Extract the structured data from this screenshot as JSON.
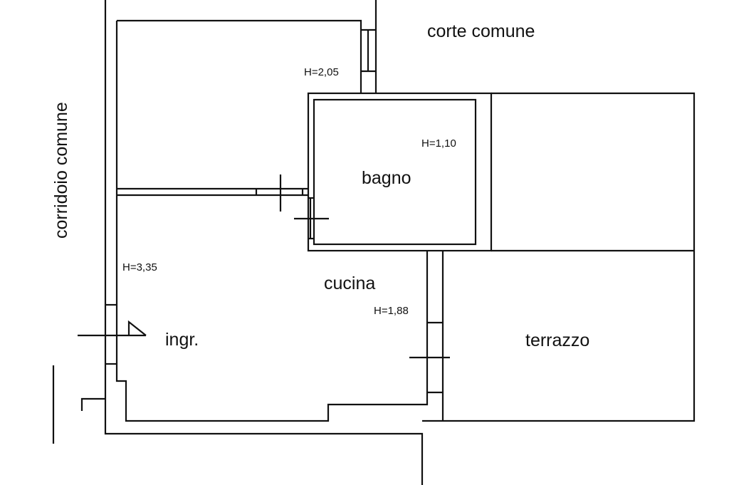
{
  "plan": {
    "outside_labels": {
      "court": "corte comune",
      "corridor": "corridoio comune"
    },
    "rooms": {
      "bathroom": "bagno",
      "kitchen": "cucina",
      "entrance": "ingr.",
      "terrace": "terrazzo"
    },
    "heights": {
      "top_room": "H=2,05",
      "bathroom": "H=1,10",
      "entrance": "H=3,35",
      "kitchen": "H=1,88"
    }
  }
}
